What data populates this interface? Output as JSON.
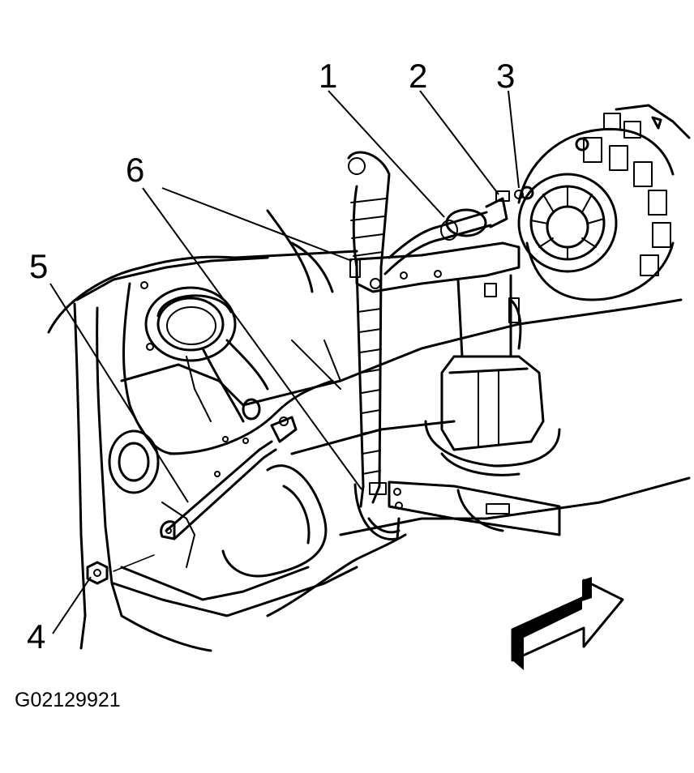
{
  "figure_id": "G02129921",
  "callouts": [
    {
      "number": "1"
    },
    {
      "number": "2"
    },
    {
      "number": "3"
    },
    {
      "number": "4"
    },
    {
      "number": "5"
    },
    {
      "number": "6"
    }
  ],
  "icons": {
    "direction_arrow": "forward-arrow-icon"
  },
  "colors": {
    "line": "#000000",
    "background": "#ffffff"
  }
}
